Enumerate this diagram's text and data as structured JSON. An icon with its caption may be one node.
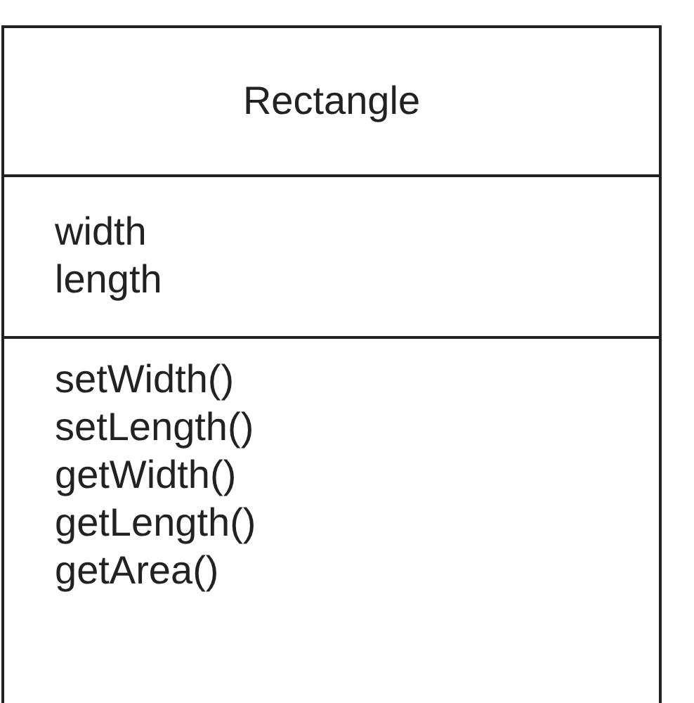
{
  "diagram": {
    "nodes": [
      {
        "text": [
          "Rectangle"
        ]
      },
      {
        "text": [
          "width",
          "length"
        ],
        "in": 0
      },
      {
        "text": [
          "setWidth()",
          "setLength()",
          "getWidth()",
          "getLength()",
          "getArea()"
        ],
        "in": 0
      }
    ]
  }
}
